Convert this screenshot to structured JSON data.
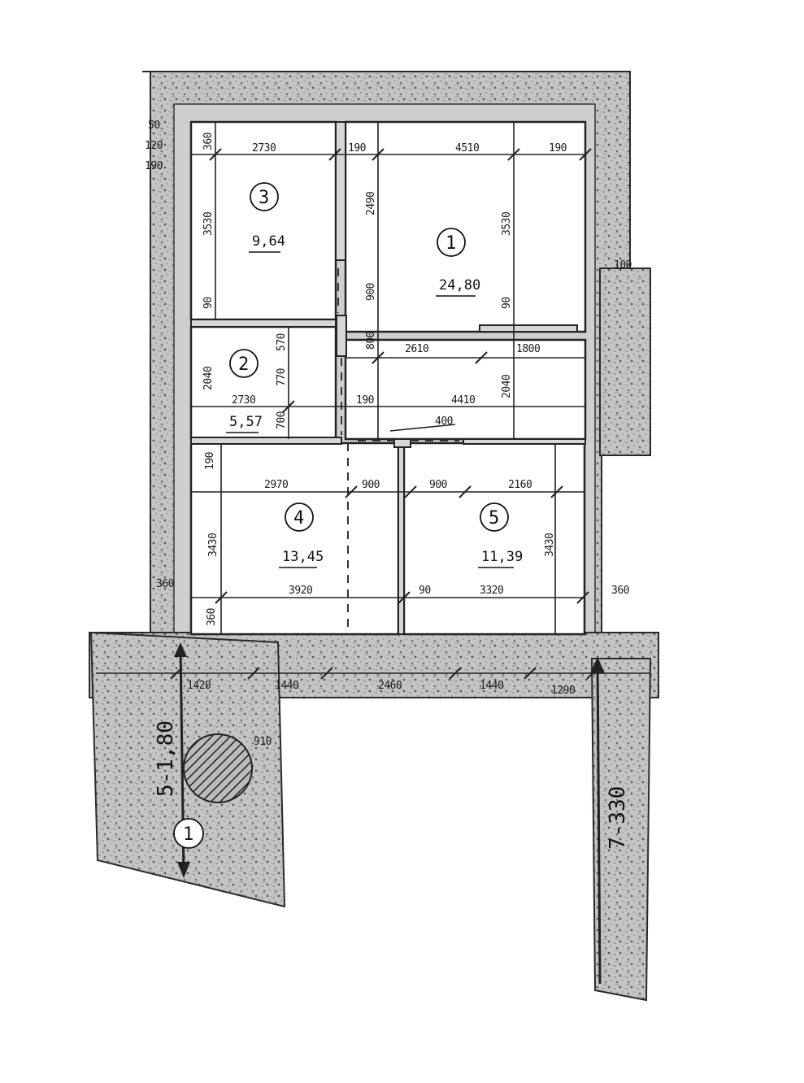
{
  "rooms": [
    {
      "number": "1",
      "area": "24,80"
    },
    {
      "number": "2",
      "area": "5,57"
    },
    {
      "number": "3",
      "area": "9,64"
    },
    {
      "number": "4",
      "area": "13,45"
    },
    {
      "number": "5",
      "area": "11,39"
    }
  ],
  "dimensions": {
    "left_wall": [
      "50",
      "120",
      "190"
    ],
    "room3": {
      "width": "2730",
      "height": "3530",
      "top": "360",
      "bottom": "90"
    },
    "room1": {
      "width": "4510",
      "height": "3530",
      "wall_left": "190",
      "wall_right": "190",
      "pier": "2490",
      "door": "900",
      "bottom": "90",
      "right_top": "100"
    },
    "corridor": {
      "a": "800",
      "b": "2610",
      "c": "1800",
      "d": "190",
      "e": "4410",
      "f": "2040",
      "g": "400"
    },
    "room2": {
      "width": "2730",
      "height": "2040",
      "a": "570",
      "b": "770",
      "c": "700"
    },
    "room4": {
      "width_top": "2970",
      "door": "900",
      "width_bottom": "3920",
      "height": "3430",
      "top": "190",
      "bottom": "360",
      "left": "360"
    },
    "room5": {
      "door": "900",
      "width_top": "2160",
      "wall": "90",
      "width_bottom": "3320",
      "height": "3430",
      "right": "360"
    },
    "bottom_wall": [
      "1420",
      "1440",
      "2460",
      "1440",
      "1290"
    ],
    "misc": [
      "910"
    ]
  },
  "sections": {
    "left": "5-1,80",
    "right": "7-330",
    "left_mark": "1"
  }
}
